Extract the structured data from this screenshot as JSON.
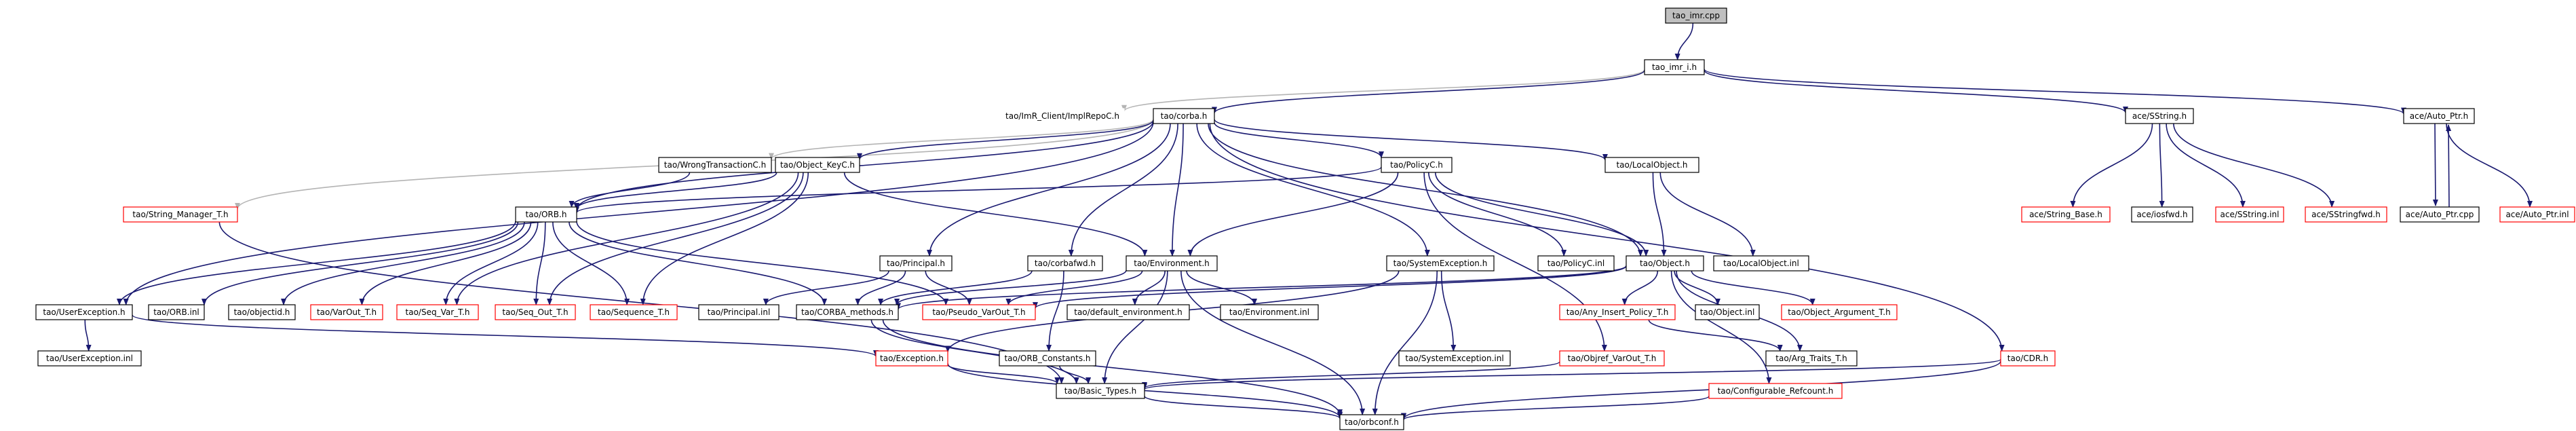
{
  "colors": {
    "edge": "#191970",
    "edge_light": "#b4b4b4",
    "border_normal": "#000000",
    "border_missing": "#ff0000",
    "border_none": "#ffffff",
    "fill_normal": "#ffffff",
    "fill_root": "#bfbfbf"
  },
  "nodes": [
    {
      "id": "tao_imr_cpp",
      "label": "tao_imr.cpp",
      "style": "root"
    },
    {
      "id": "tao_imr_i_h",
      "label": "tao_imr_i.h",
      "style": "normal"
    },
    {
      "id": "imr_client",
      "label": "tao/ImR_Client/ImplRepoC.h",
      "style": "none"
    },
    {
      "id": "corba_h",
      "label": "tao/corba.h",
      "style": "normal"
    },
    {
      "id": "ace_sstring_h",
      "label": "ace/SString.h",
      "style": "normal"
    },
    {
      "id": "ace_auto_ptr_h",
      "label": "ace/Auto_Ptr.h",
      "style": "normal"
    },
    {
      "id": "string_manager",
      "label": "tao/String_Manager_T.h",
      "style": "missing"
    },
    {
      "id": "wrong_tx",
      "label": "tao/WrongTransactionC.h",
      "style": "normal"
    },
    {
      "id": "object_keyc",
      "label": "tao/Object_KeyC.h",
      "style": "normal"
    },
    {
      "id": "policyc_h",
      "label": "tao/PolicyC.h",
      "style": "normal"
    },
    {
      "id": "localobject_h",
      "label": "tao/LocalObject.h",
      "style": "normal"
    },
    {
      "id": "ace_string_base",
      "label": "ace/String_Base.h",
      "style": "missing"
    },
    {
      "id": "ace_iosfwd",
      "label": "ace/iosfwd.h",
      "style": "normal"
    },
    {
      "id": "ace_sstring_inl",
      "label": "ace/SString.inl",
      "style": "missing"
    },
    {
      "id": "ace_sstringfwd",
      "label": "ace/SStringfwd.h",
      "style": "missing"
    },
    {
      "id": "ace_auto_ptr_cpp",
      "label": "ace/Auto_Ptr.cpp",
      "style": "normal"
    },
    {
      "id": "ace_auto_ptr_inl",
      "label": "ace/Auto_Ptr.inl",
      "style": "missing"
    },
    {
      "id": "orb_h",
      "label": "tao/ORB.h",
      "style": "normal"
    },
    {
      "id": "principal_h",
      "label": "tao/Principal.h",
      "style": "normal"
    },
    {
      "id": "corbafwd_h",
      "label": "tao/corbafwd.h",
      "style": "normal"
    },
    {
      "id": "environment_h",
      "label": "tao/Environment.h",
      "style": "normal"
    },
    {
      "id": "policyc_inl",
      "label": "tao/PolicyC.inl",
      "style": "normal"
    },
    {
      "id": "object_h",
      "label": "tao/Object.h",
      "style": "normal"
    },
    {
      "id": "localobject_inl",
      "label": "tao/LocalObject.inl",
      "style": "normal"
    },
    {
      "id": "userexception_h",
      "label": "tao/UserException.h",
      "style": "normal"
    },
    {
      "id": "orb_inl",
      "label": "tao/ORB.inl",
      "style": "normal"
    },
    {
      "id": "objectid_h",
      "label": "tao/objectid.h",
      "style": "normal"
    },
    {
      "id": "varout_t",
      "label": "tao/VarOut_T.h",
      "style": "missing"
    },
    {
      "id": "seq_var_t",
      "label": "tao/Seq_Var_T.h",
      "style": "missing"
    },
    {
      "id": "seq_out_t",
      "label": "tao/Seq_Out_T.h",
      "style": "missing"
    },
    {
      "id": "sequence_t",
      "label": "tao/Sequence_T.h",
      "style": "missing"
    },
    {
      "id": "principal_inl",
      "label": "tao/Principal.inl",
      "style": "normal"
    },
    {
      "id": "corba_methods",
      "label": "tao/CORBA_methods.h",
      "style": "normal"
    },
    {
      "id": "pseudo_varout",
      "label": "tao/Pseudo_VarOut_T.h",
      "style": "missing"
    },
    {
      "id": "default_env",
      "label": "tao/default_environment.h",
      "style": "normal"
    },
    {
      "id": "environment_inl",
      "label": "tao/Environment.inl",
      "style": "normal"
    },
    {
      "id": "systemexception_h",
      "label": "tao/SystemException.h",
      "style": "normal"
    },
    {
      "id": "any_insert",
      "label": "tao/Any_Insert_Policy_T.h",
      "style": "missing"
    },
    {
      "id": "object_inl",
      "label": "tao/Object.inl",
      "style": "normal"
    },
    {
      "id": "object_argument",
      "label": "tao/Object_Argument_T.h",
      "style": "missing"
    },
    {
      "id": "userexception_inl",
      "label": "tao/UserException.inl",
      "style": "normal"
    },
    {
      "id": "exception_h",
      "label": "tao/Exception.h",
      "style": "missing"
    },
    {
      "id": "orb_constants",
      "label": "tao/ORB_Constants.h",
      "style": "normal"
    },
    {
      "id": "systemexception_inl",
      "label": "tao/SystemException.inl",
      "style": "normal"
    },
    {
      "id": "objref_varout",
      "label": "tao/Objref_VarOut_T.h",
      "style": "missing"
    },
    {
      "id": "arg_traits",
      "label": "tao/Arg_Traits_T.h",
      "style": "normal"
    },
    {
      "id": "cdr_h",
      "label": "tao/CDR.h",
      "style": "missing"
    },
    {
      "id": "basic_types",
      "label": "tao/Basic_Types.h",
      "style": "normal"
    },
    {
      "id": "configurable_refcount",
      "label": "tao/Configurable_Refcount.h",
      "style": "missing"
    },
    {
      "id": "orbconf_h",
      "label": "tao/orbconf.h",
      "style": "normal"
    }
  ],
  "edges": [
    [
      "tao_imr_cpp",
      "tao_imr_i_h"
    ],
    [
      "tao_imr_i_h",
      "imr_client"
    ],
    [
      "tao_imr_i_h",
      "corba_h"
    ],
    [
      "tao_imr_i_h",
      "ace_sstring_h"
    ],
    [
      "tao_imr_i_h",
      "ace_auto_ptr_h"
    ],
    [
      "corba_h",
      "string_manager"
    ],
    [
      "corba_h",
      "wrong_tx"
    ],
    [
      "corba_h",
      "object_keyc"
    ],
    [
      "corba_h",
      "policyc_h"
    ],
    [
      "corba_h",
      "localobject_h"
    ],
    [
      "corba_h",
      "orb_h"
    ],
    [
      "corba_h",
      "principal_h"
    ],
    [
      "corba_h",
      "corbafwd_h"
    ],
    [
      "corba_h",
      "environment_h"
    ],
    [
      "corba_h",
      "object_h"
    ],
    [
      "corba_h",
      "userexception_h"
    ],
    [
      "corba_h",
      "systemexception_h"
    ],
    [
      "corba_h",
      "cdr_h"
    ],
    [
      "ace_sstring_h",
      "ace_string_base"
    ],
    [
      "ace_sstring_h",
      "ace_iosfwd"
    ],
    [
      "ace_sstring_h",
      "ace_sstring_inl"
    ],
    [
      "ace_sstring_h",
      "ace_sstringfwd"
    ],
    [
      "ace_auto_ptr_h",
      "ace_auto_ptr_cpp"
    ],
    [
      "ace_auto_ptr_h",
      "ace_auto_ptr_inl"
    ],
    [
      "ace_auto_ptr_cpp",
      "ace_auto_ptr_h"
    ],
    [
      "string_manager",
      "basic_types"
    ],
    [
      "object_keyc",
      "orb_h"
    ],
    [
      "object_keyc",
      "seq_var_t"
    ],
    [
      "object_keyc",
      "seq_out_t"
    ],
    [
      "object_keyc",
      "sequence_t"
    ],
    [
      "object_keyc",
      "environment_h"
    ],
    [
      "wrong_tx",
      "orb_h"
    ],
    [
      "policyc_h",
      "orb_h"
    ],
    [
      "policyc_h",
      "environment_h"
    ],
    [
      "policyc_h",
      "policyc_inl"
    ],
    [
      "policyc_h",
      "object_h"
    ],
    [
      "policyc_h",
      "objref_varout"
    ],
    [
      "localobject_h",
      "object_h"
    ],
    [
      "localobject_h",
      "localobject_inl"
    ],
    [
      "orb_h",
      "userexception_h"
    ],
    [
      "orb_h",
      "orb_inl"
    ],
    [
      "orb_h",
      "objectid_h"
    ],
    [
      "orb_h",
      "varout_t"
    ],
    [
      "orb_h",
      "seq_var_t"
    ],
    [
      "orb_h",
      "seq_out_t"
    ],
    [
      "orb_h",
      "sequence_t"
    ],
    [
      "orb_h",
      "corba_methods"
    ],
    [
      "orb_h",
      "pseudo_varout"
    ],
    [
      "principal_h",
      "principal_inl"
    ],
    [
      "principal_h",
      "corba_methods"
    ],
    [
      "principal_h",
      "pseudo_varout"
    ],
    [
      "corbafwd_h",
      "corba_methods"
    ],
    [
      "corbafwd_h",
      "orb_constants"
    ],
    [
      "environment_h",
      "corba_methods"
    ],
    [
      "environment_h",
      "pseudo_varout"
    ],
    [
      "environment_h",
      "default_env"
    ],
    [
      "environment_h",
      "environment_inl"
    ],
    [
      "environment_h",
      "basic_types"
    ],
    [
      "environment_h",
      "orbconf_h"
    ],
    [
      "object_h",
      "corba_methods"
    ],
    [
      "object_h",
      "pseudo_varout"
    ],
    [
      "object_h",
      "any_insert"
    ],
    [
      "object_h",
      "object_inl"
    ],
    [
      "object_h",
      "object_argument"
    ],
    [
      "object_h",
      "arg_traits"
    ],
    [
      "object_h",
      "configurable_refcount"
    ],
    [
      "any_insert",
      "arg_traits"
    ],
    [
      "userexception_h",
      "exception_h"
    ],
    [
      "userexception_h",
      "userexception_inl"
    ],
    [
      "systemexception_h",
      "exception_h"
    ],
    [
      "systemexception_h",
      "systemexception_inl"
    ],
    [
      "systemexception_h",
      "orbconf_h"
    ],
    [
      "exception_h",
      "basic_types"
    ],
    [
      "exception_h",
      "orbconf_h"
    ],
    [
      "orb_constants",
      "basic_types"
    ],
    [
      "corba_methods",
      "basic_types"
    ],
    [
      "corba_methods",
      "orbconf_h"
    ],
    [
      "objref_varout",
      "basic_types"
    ],
    [
      "cdr_h",
      "basic_types"
    ],
    [
      "cdr_h",
      "orbconf_h"
    ],
    [
      "configurable_refcount",
      "orbconf_h"
    ],
    [
      "basic_types",
      "orbconf_h"
    ]
  ]
}
